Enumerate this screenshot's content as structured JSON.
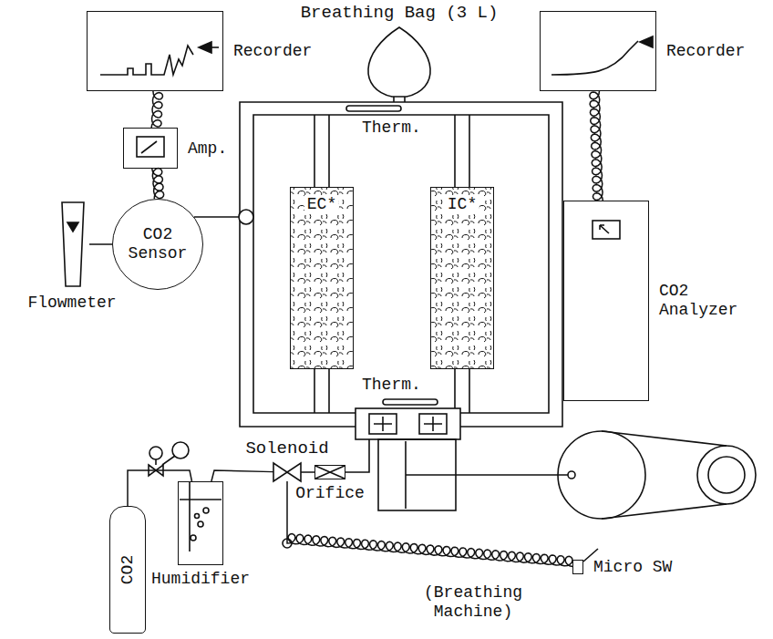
{
  "diagram": {
    "nodes": [
      {
        "text": [
          "Recorder"
        ]
      },
      {
        "text": [
          "Recorder"
        ]
      },
      {
        "text": [
          "Breathing Bag (3 L)"
        ]
      },
      {
        "text": [
          "Amp."
        ]
      },
      {
        "text": [
          "CO2 Sensor"
        ]
      },
      {
        "text": [
          "EC*"
        ]
      },
      {
        "text": [
          "IC*"
        ]
      },
      {
        "text": [
          "CO2 Analyzer"
        ]
      },
      {
        "text": [
          "Flowmeter"
        ]
      },
      {
        "text": [
          "CO2"
        ]
      },
      {
        "text": [
          "Humidifier"
        ]
      },
      {
        "text": [
          "Solenoid"
        ]
      },
      {
        "text": [
          "Orifice"
        ]
      },
      {
        "text": [
          "Micro SW"
        ]
      }
    ],
    "edges": [
      {
        "from": 0,
        "to": 3,
        "arrow": "none"
      },
      {
        "from": 3,
        "to": 4,
        "arrow": "none"
      },
      {
        "from": 8,
        "to": 4,
        "arrow": "none"
      },
      {
        "from": 7,
        "to": 1,
        "arrow": "none"
      },
      {
        "from": 9,
        "to": 10,
        "arrow": "none"
      },
      {
        "from": 10,
        "to": 11,
        "arrow": "none"
      },
      {
        "from": 11,
        "to": 12,
        "arrow": "none"
      },
      {
        "from": 11,
        "to": 13,
        "arrow": "none"
      }
    ],
    "labels": [
      "Therm.",
      "Therm.",
      "(Breathing Machine)"
    ]
  }
}
